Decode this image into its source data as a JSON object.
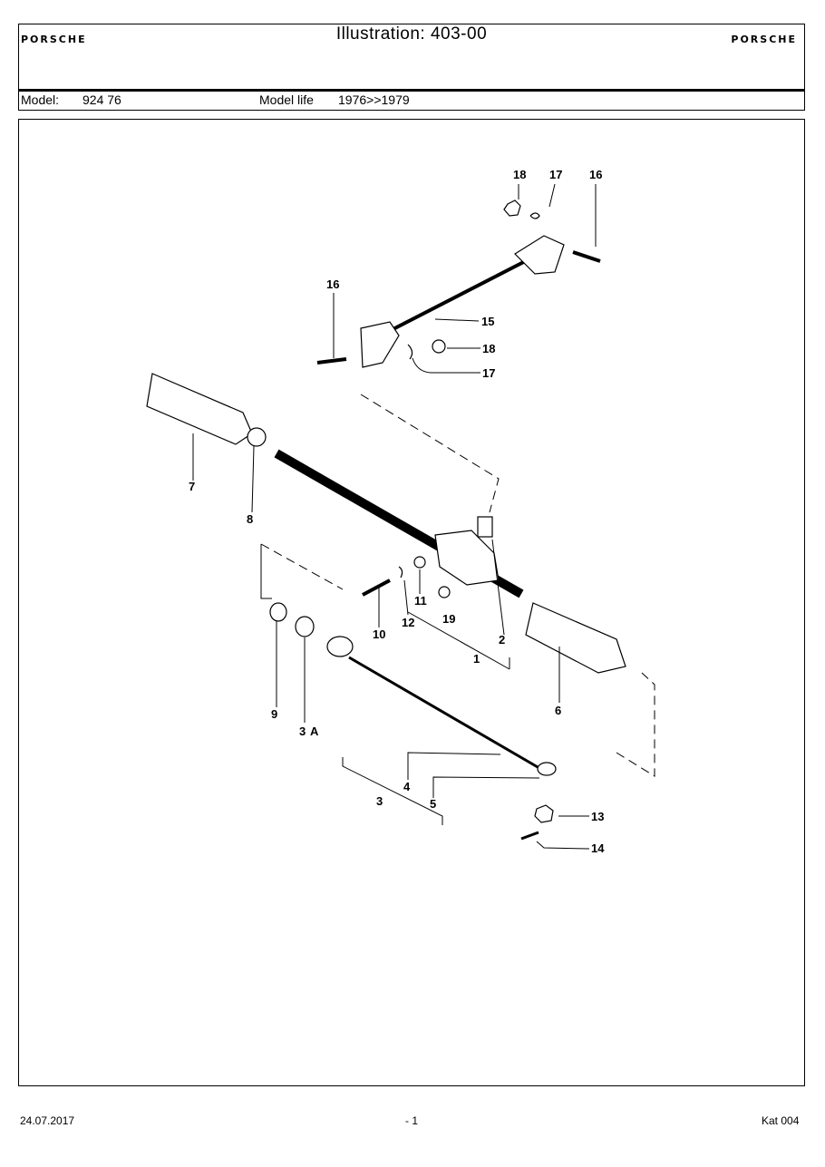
{
  "header": {
    "title": "Illustration: 403-00",
    "logo_left": "PORSCHE",
    "logo_right": "PORSCHE",
    "model_label": "Model:",
    "model_value": "924 76",
    "model_life_label": "Model life",
    "model_life_value": "1976>>1979"
  },
  "diagram": {
    "callouts": [
      "18",
      "17",
      "16",
      "16",
      "15",
      "18",
      "17",
      "7",
      "8",
      "2",
      "11",
      "12",
      "10",
      "19",
      "1",
      "6",
      "9",
      "3",
      "A",
      "4",
      "5",
      "3",
      "13",
      "14"
    ]
  },
  "footer": {
    "date": "24.07.2017",
    "page": "- 1",
    "catalog": "Kat 004"
  }
}
